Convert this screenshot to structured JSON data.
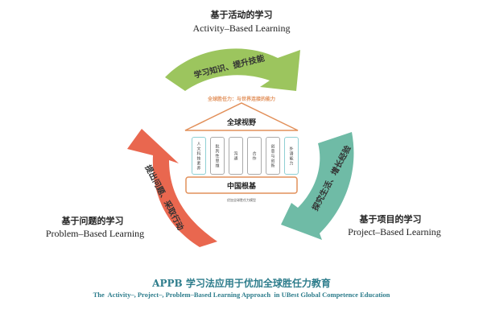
{
  "top": {
    "cn": "基于活动的学习",
    "en": "Activity–Based Learning"
  },
  "left": {
    "cn": "基于问题的学习",
    "en": "Problem–Based Learning"
  },
  "right": {
    "cn": "基于项目的学习",
    "en": "Project–Based Learning"
  },
  "arrows": {
    "green": {
      "text": "学习知识、提升技能",
      "color": "#9cc55e"
    },
    "teal": {
      "text": "探究生活、增长经验",
      "color": "#6fbba6"
    },
    "red": {
      "text": "提出问题、采取行动",
      "color": "#e9674f"
    }
  },
  "model": {
    "heading": "全球胜任力：与世界连接的能力",
    "roof": "全球视野",
    "pillars": [
      "人文科技素养",
      "批判性思维",
      "沟通",
      "合作",
      "创意与创新",
      "外语能力"
    ],
    "base": "中国根基",
    "caption": "优加全球胜任力模型",
    "accent": "#e2905a"
  },
  "title": {
    "cn": "APPB 学习法应用于优加全球胜任力教育",
    "en": "The  Activity–, Project–, Problem–Based Learning Approach  in UBest Global Competence Education",
    "color": "#2e7d8c"
  }
}
